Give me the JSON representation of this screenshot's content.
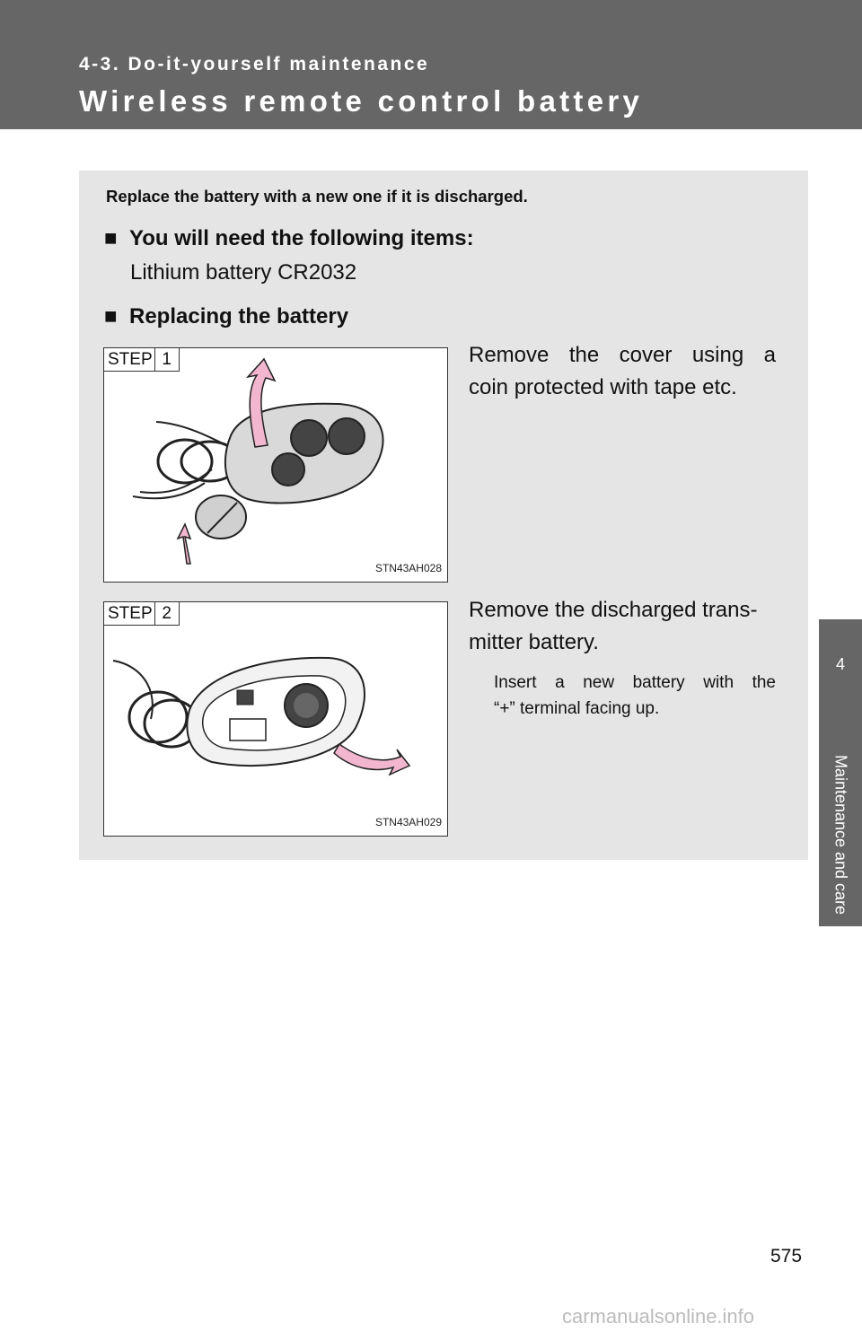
{
  "header": {
    "section_label": "4-3. Do-it-yourself maintenance",
    "page_title": "Wireless remote control battery"
  },
  "side_tab": {
    "number": "4",
    "label": "Maintenance and care"
  },
  "content": {
    "intro": "Replace the battery with a new one if it is discharged.",
    "need_items_heading": "You will need the following items:",
    "need_items_text": "Lithium battery CR2032",
    "replacing_heading": "Replacing the battery",
    "bullet_symbol": "■",
    "steps": [
      {
        "badge_word": "STEP",
        "badge_number": "1",
        "figure_code": "STN43AH028",
        "text_line1": "Remove the cover using a",
        "text_line2": "coin protected with tape etc."
      },
      {
        "badge_word": "STEP",
        "badge_number": "2",
        "figure_code": "STN43AH029",
        "text": "Remove the discharged trans-mitter battery.",
        "note_line1": "Insert a new battery with the",
        "note_line2": "“+” terminal facing up."
      }
    ]
  },
  "page_number": "575",
  "watermark": "carmanualsonline.info",
  "colors": {
    "header": "#666666",
    "content_bg": "#e5e5e5",
    "arrow": "#f2b6cf"
  }
}
